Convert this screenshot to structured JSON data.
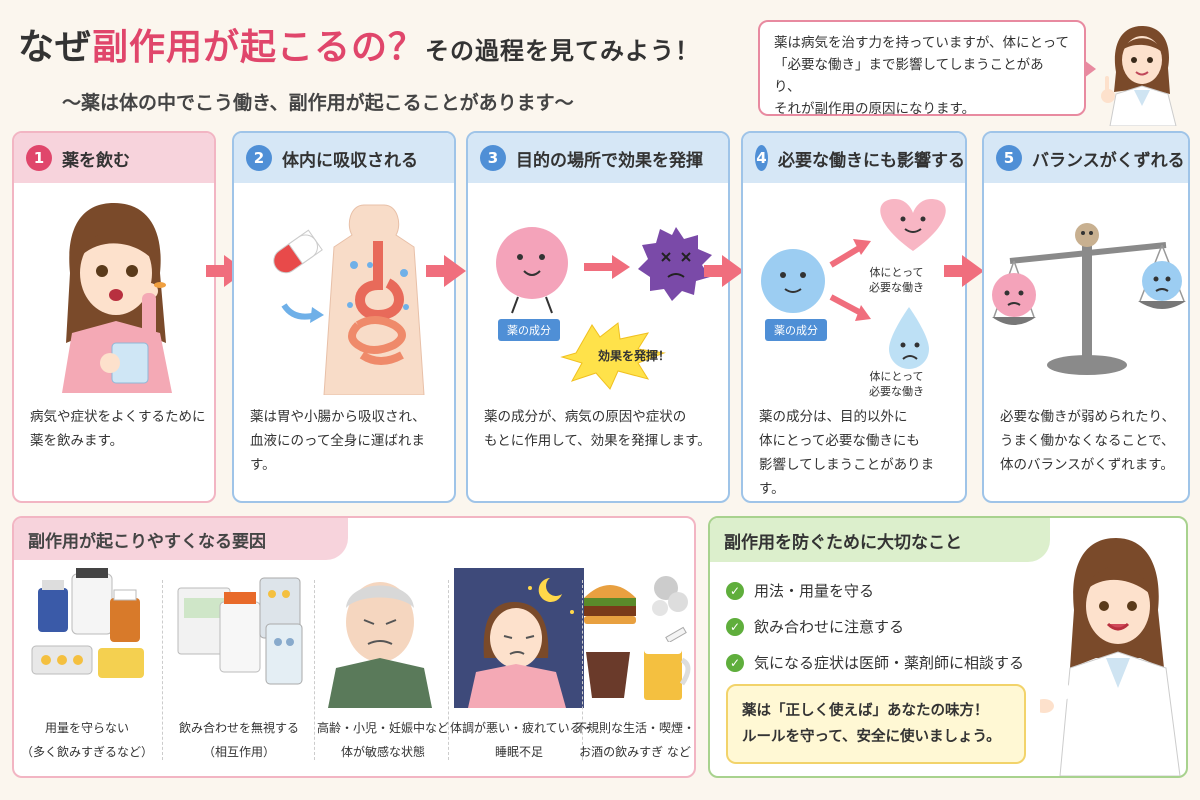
{
  "title": {
    "prefix": "なぜ",
    "highlight": "副作用",
    "middle": "が起こるの？",
    "suffix": "その過程を見てみよう！"
  },
  "subtitle": "〜薬は体の中でこう働き、副作用が起こることがあります〜",
  "speech": {
    "line1": "薬は病気を治す力を持っていますが、体にとって",
    "line2": "「必要な働き」まで影響してしまうことがあり、",
    "line3": "それが副作用の原因になります。"
  },
  "steps": [
    {
      "num": "1",
      "title": "薬を飲む",
      "desc1": "病気や症状をよくするために",
      "desc2": "薬を飲みます。",
      "desc3": ""
    },
    {
      "num": "2",
      "title": "体内に吸収される",
      "desc1": "薬は胃や小腸から吸収され、",
      "desc2": "血液にのって全身に運ばれます。",
      "desc3": ""
    },
    {
      "num": "3",
      "title": "目的の場所で効果を発揮",
      "desc1": "薬の成分が、病気の原因や症状の",
      "desc2": "もとに作用して、効果を発揮します。",
      "desc3": ""
    },
    {
      "num": "4",
      "title": "必要な働きにも影響する",
      "desc1": "薬の成分は、目的以外に",
      "desc2": "体にとって必要な働きにも",
      "desc3": "影響してしまうことがあります。"
    },
    {
      "num": "5",
      "title": "バランスがくずれる",
      "desc1": "必要な働きが弱められたり、",
      "desc2": "うまく働かなくなることで、",
      "desc3": "体のバランスがくずれます。"
    }
  ],
  "labels": {
    "ingredient": "薬の成分",
    "effect": "効果を発揮！",
    "need1": "体にとって",
    "need2": "必要な働き"
  },
  "factors": {
    "title": "副作用が起こりやすくなる要因",
    "items": [
      {
        "l1": "用量を守らない",
        "l2": "（多く飲みすぎるなど）"
      },
      {
        "l1": "飲み合わせを無視する",
        "l2": "（相互作用）"
      },
      {
        "l1": "高齢・小児・妊娠中など",
        "l2": "体が敏感な状態"
      },
      {
        "l1": "体調が悪い・疲れている・",
        "l2": "睡眠不足"
      },
      {
        "l1": "不規則な生活・喫煙・",
        "l2": "お酒の飲みすぎ など"
      }
    ]
  },
  "prevent": {
    "title": "副作用を防ぐために大切なこと",
    "items": [
      "用法・用量を守る",
      "飲み合わせに注意する",
      "気になる症状は医師・薬剤師に相談する"
    ],
    "note1": "薬は「正しく使えば」あなたの味方！",
    "note2": "ルールを守って、安全に使いましょう。"
  },
  "colors": {
    "accent": "#e0466b",
    "step1": "#ef8fa5",
    "step2": "#6fa9de",
    "check": "#5fae3c"
  }
}
